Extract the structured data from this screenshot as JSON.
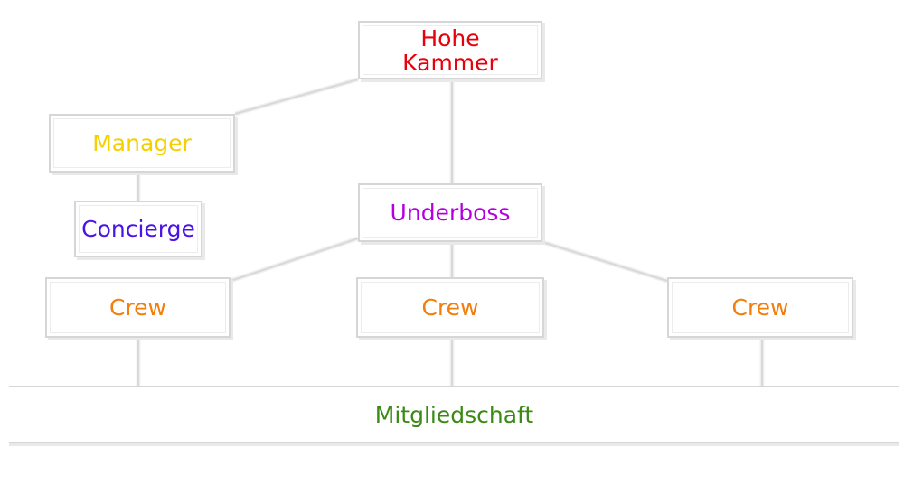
{
  "diagram": {
    "nodes": [
      {
        "id": "hohe",
        "lines": [
          "Hohe",
          "Kammer"
        ],
        "color": "#e8000b"
      },
      {
        "id": "manager",
        "lines": [
          "Manager"
        ],
        "color": "#f5cf00"
      },
      {
        "id": "concierge",
        "lines": [
          "Concierge"
        ],
        "color": "#4a14e6"
      },
      {
        "id": "underboss",
        "lines": [
          "Underboss"
        ],
        "color": "#b400e0"
      },
      {
        "id": "crew1",
        "lines": [
          "Crew"
        ],
        "color": "#f27e0c"
      },
      {
        "id": "crew2",
        "lines": [
          "Crew"
        ],
        "color": "#f27e0c"
      },
      {
        "id": "crew3",
        "lines": [
          "Crew"
        ],
        "color": "#f27e0c"
      },
      {
        "id": "mitglied",
        "lines": [
          "Mitgliedschaft"
        ],
        "color": "#3b8a16"
      }
    ],
    "edges": [
      [
        "hohe",
        "manager"
      ],
      [
        "hohe",
        "underboss"
      ],
      [
        "manager",
        "concierge"
      ],
      [
        "underboss",
        "crew1"
      ],
      [
        "underboss",
        "crew2"
      ],
      [
        "underboss",
        "crew3"
      ],
      [
        "crew1",
        "mitglied"
      ],
      [
        "crew2",
        "mitglied"
      ],
      [
        "crew3",
        "mitglied"
      ]
    ],
    "line_color": "#d9d9d9"
  }
}
